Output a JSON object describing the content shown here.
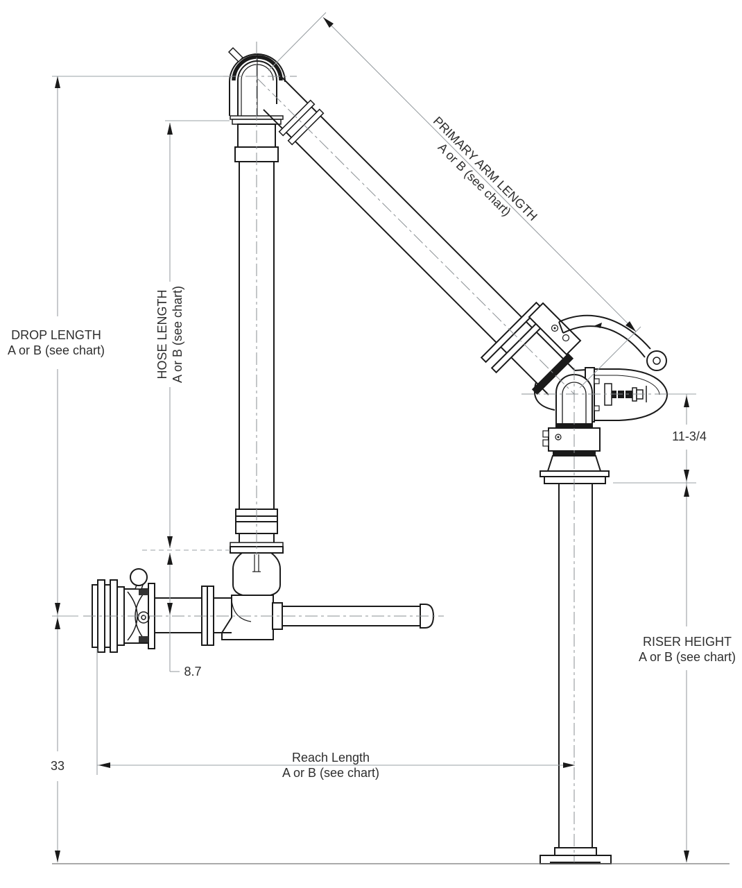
{
  "labels": {
    "drop_length": {
      "line1": "DROP LENGTH",
      "line2": "A or B (see chart)"
    },
    "hose_length": {
      "line1": "HOSE LENGTH",
      "line2": "A or B (see chart)"
    },
    "primary_arm_length": {
      "line1": "PRIMARY ARM LENGTH",
      "line2": "A or B (see chart)"
    },
    "riser_height": {
      "line1": "RISER HEIGHT",
      "line2": "A or B (see chart)"
    },
    "reach_length": {
      "line1": "Reach Length",
      "line2": "A or B (see chart)"
    },
    "swivel_offset_value": "11-3/4",
    "valve_drop_value": "8.7",
    "outlet_height_value": "33"
  },
  "colors": {
    "object_line": "#1a1a1a",
    "dimension_line": "#9aa0a4",
    "centerline": "#8a8f93",
    "text": "#2e2e2e",
    "background": "#ffffff"
  }
}
